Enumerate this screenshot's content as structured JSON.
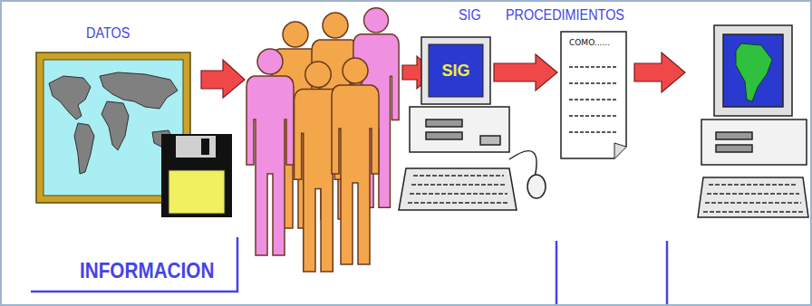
{
  "diagram": {
    "nodes": [
      {
        "text": [
          "SIG"
        ]
      },
      {
        "text": [
          "COMO......"
        ]
      }
    ],
    "edges": [
      {
        "from": 0,
        "to": 1,
        "arrow": "to"
      }
    ],
    "labels": [
      "DATOS",
      "SIG",
      "PROCEDIMIENTOS",
      "INFORMACION"
    ]
  }
}
